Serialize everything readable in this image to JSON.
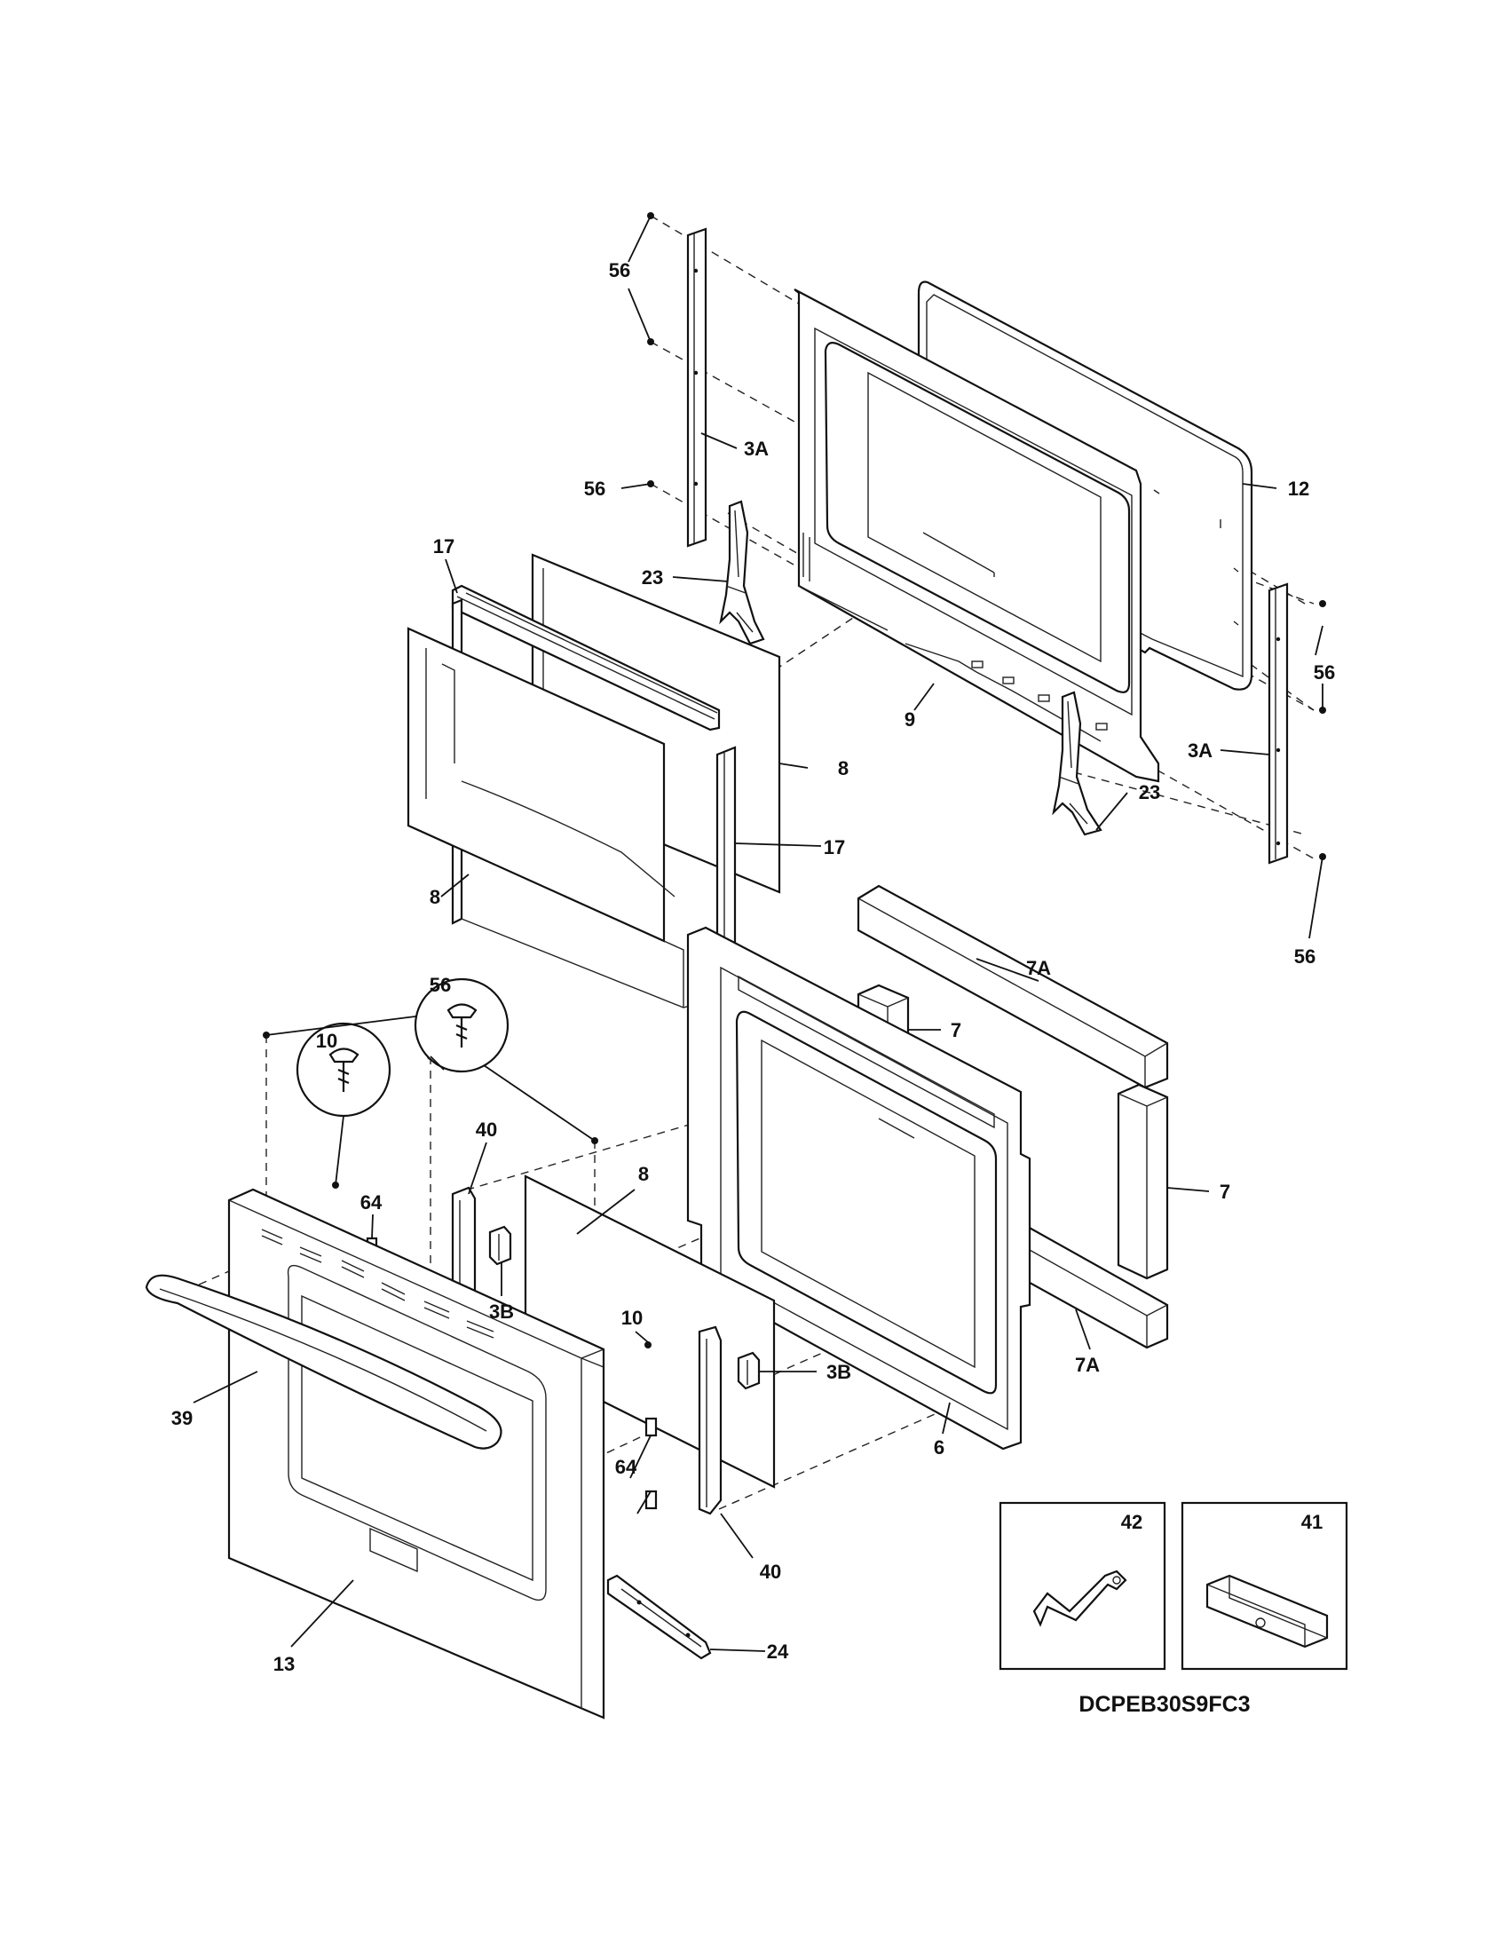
{
  "diagram": {
    "model_code": "DCPEB30S9FC3",
    "labels": {
      "p56_a": "56",
      "p3a_a": "3A",
      "p56_b": "56",
      "p12": "12",
      "p17_a": "17",
      "p23_a": "23",
      "p9": "9",
      "p8_a": "8",
      "p56_c": "56",
      "p3a_b": "3A",
      "p17_b": "17",
      "p23_b": "23",
      "p8_b": "8",
      "p56_d": "56",
      "p7a_a": "7A",
      "p56_e": "56",
      "p7_a": "7",
      "p10_a": "10",
      "p40_a": "40",
      "p8_c": "8",
      "p7_b": "7",
      "p64_a": "64",
      "p3b_a": "3B",
      "p10_b": "10",
      "p7a_b": "7A",
      "p3b_b": "3B",
      "p39": "39",
      "p6": "6",
      "p64_b": "64",
      "p42": "42",
      "p41": "41",
      "p40_b": "40",
      "p13": "13",
      "p24": "24"
    }
  }
}
